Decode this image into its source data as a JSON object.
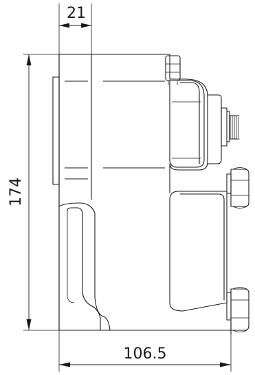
{
  "dimensions": {
    "top_width": "21",
    "height": "174",
    "overall_width": "106.5"
  }
}
